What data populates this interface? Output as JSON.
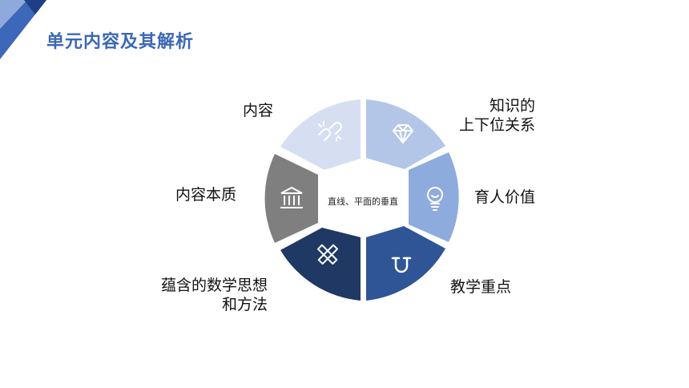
{
  "page": {
    "title": "单元内容及其解析"
  },
  "diagram": {
    "center_text": "直线、平面的垂直",
    "segments": [
      {
        "label": "内容",
        "icon": "broken-link-icon",
        "color": "#d6dff2"
      },
      {
        "label": "知识的\n上下位关系",
        "icon": "diamond-icon",
        "color": "#b3c6e8"
      },
      {
        "label": "育人价值",
        "icon": "lightbulb-icon",
        "color": "#8eabdd"
      },
      {
        "label": "教学重点",
        "icon": "magnet-icon",
        "color": "#2f5597"
      },
      {
        "label": "蕴含的数学思想\n和方法",
        "icon": "ruler-pencil-icon",
        "color": "#1f3864"
      },
      {
        "label": "内容本质",
        "icon": "bank-icon",
        "color": "#7f7f7f"
      }
    ]
  }
}
